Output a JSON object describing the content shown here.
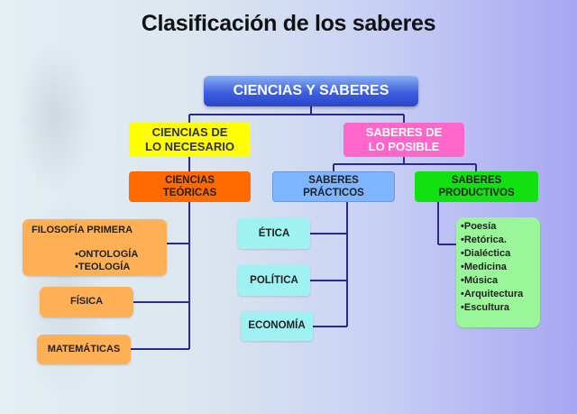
{
  "title": "Clasificación de los saberes",
  "root": {
    "label": "CIENCIAS Y SABERES"
  },
  "branches": {
    "necesario": {
      "line1": "CIENCIAS DE",
      "line2": "LO NECESARIO"
    },
    "posible": {
      "line1": "SABERES DE",
      "line2": "LO POSIBLE"
    }
  },
  "categories": {
    "teoricas": {
      "line1": "CIENCIAS",
      "line2": "TEÓRICAS"
    },
    "practicos": {
      "line1": "SABERES",
      "line2": "PRÁCTICOS"
    },
    "productivos": {
      "line1": "SABERES",
      "line2": "PRODUCTIVOS"
    }
  },
  "teoricas_items": {
    "filosofia": {
      "title": "FILOSOFÍA PRIMERA",
      "sub1": "•ONTOLOGÍA",
      "sub2": "•TEOLOGÍA"
    },
    "fisica": "FÍSICA",
    "matematicas": "MATEMÁTICAS"
  },
  "practicos_items": [
    "ÉTICA",
    "POLÍTICA",
    "ECONOMÍA"
  ],
  "productivos_items": [
    "•Poesía",
    "•Retórica.",
    "•Dialéctica",
    "•Medicina",
    "•Música",
    "•Arquitectura",
    "•Escultura"
  ],
  "colors": {
    "root": "#3c5fe0",
    "necesario": "#ffff00",
    "posible": "#ff66cc",
    "teoricas": "#ff6a00",
    "practicos": "#7fb5ff",
    "productivos": "#11e011",
    "teoricas_items": "#ffb054",
    "practicos_items": "#a0f1f1",
    "productivos_items": "#99f799",
    "connector": "#2a2a8e"
  }
}
